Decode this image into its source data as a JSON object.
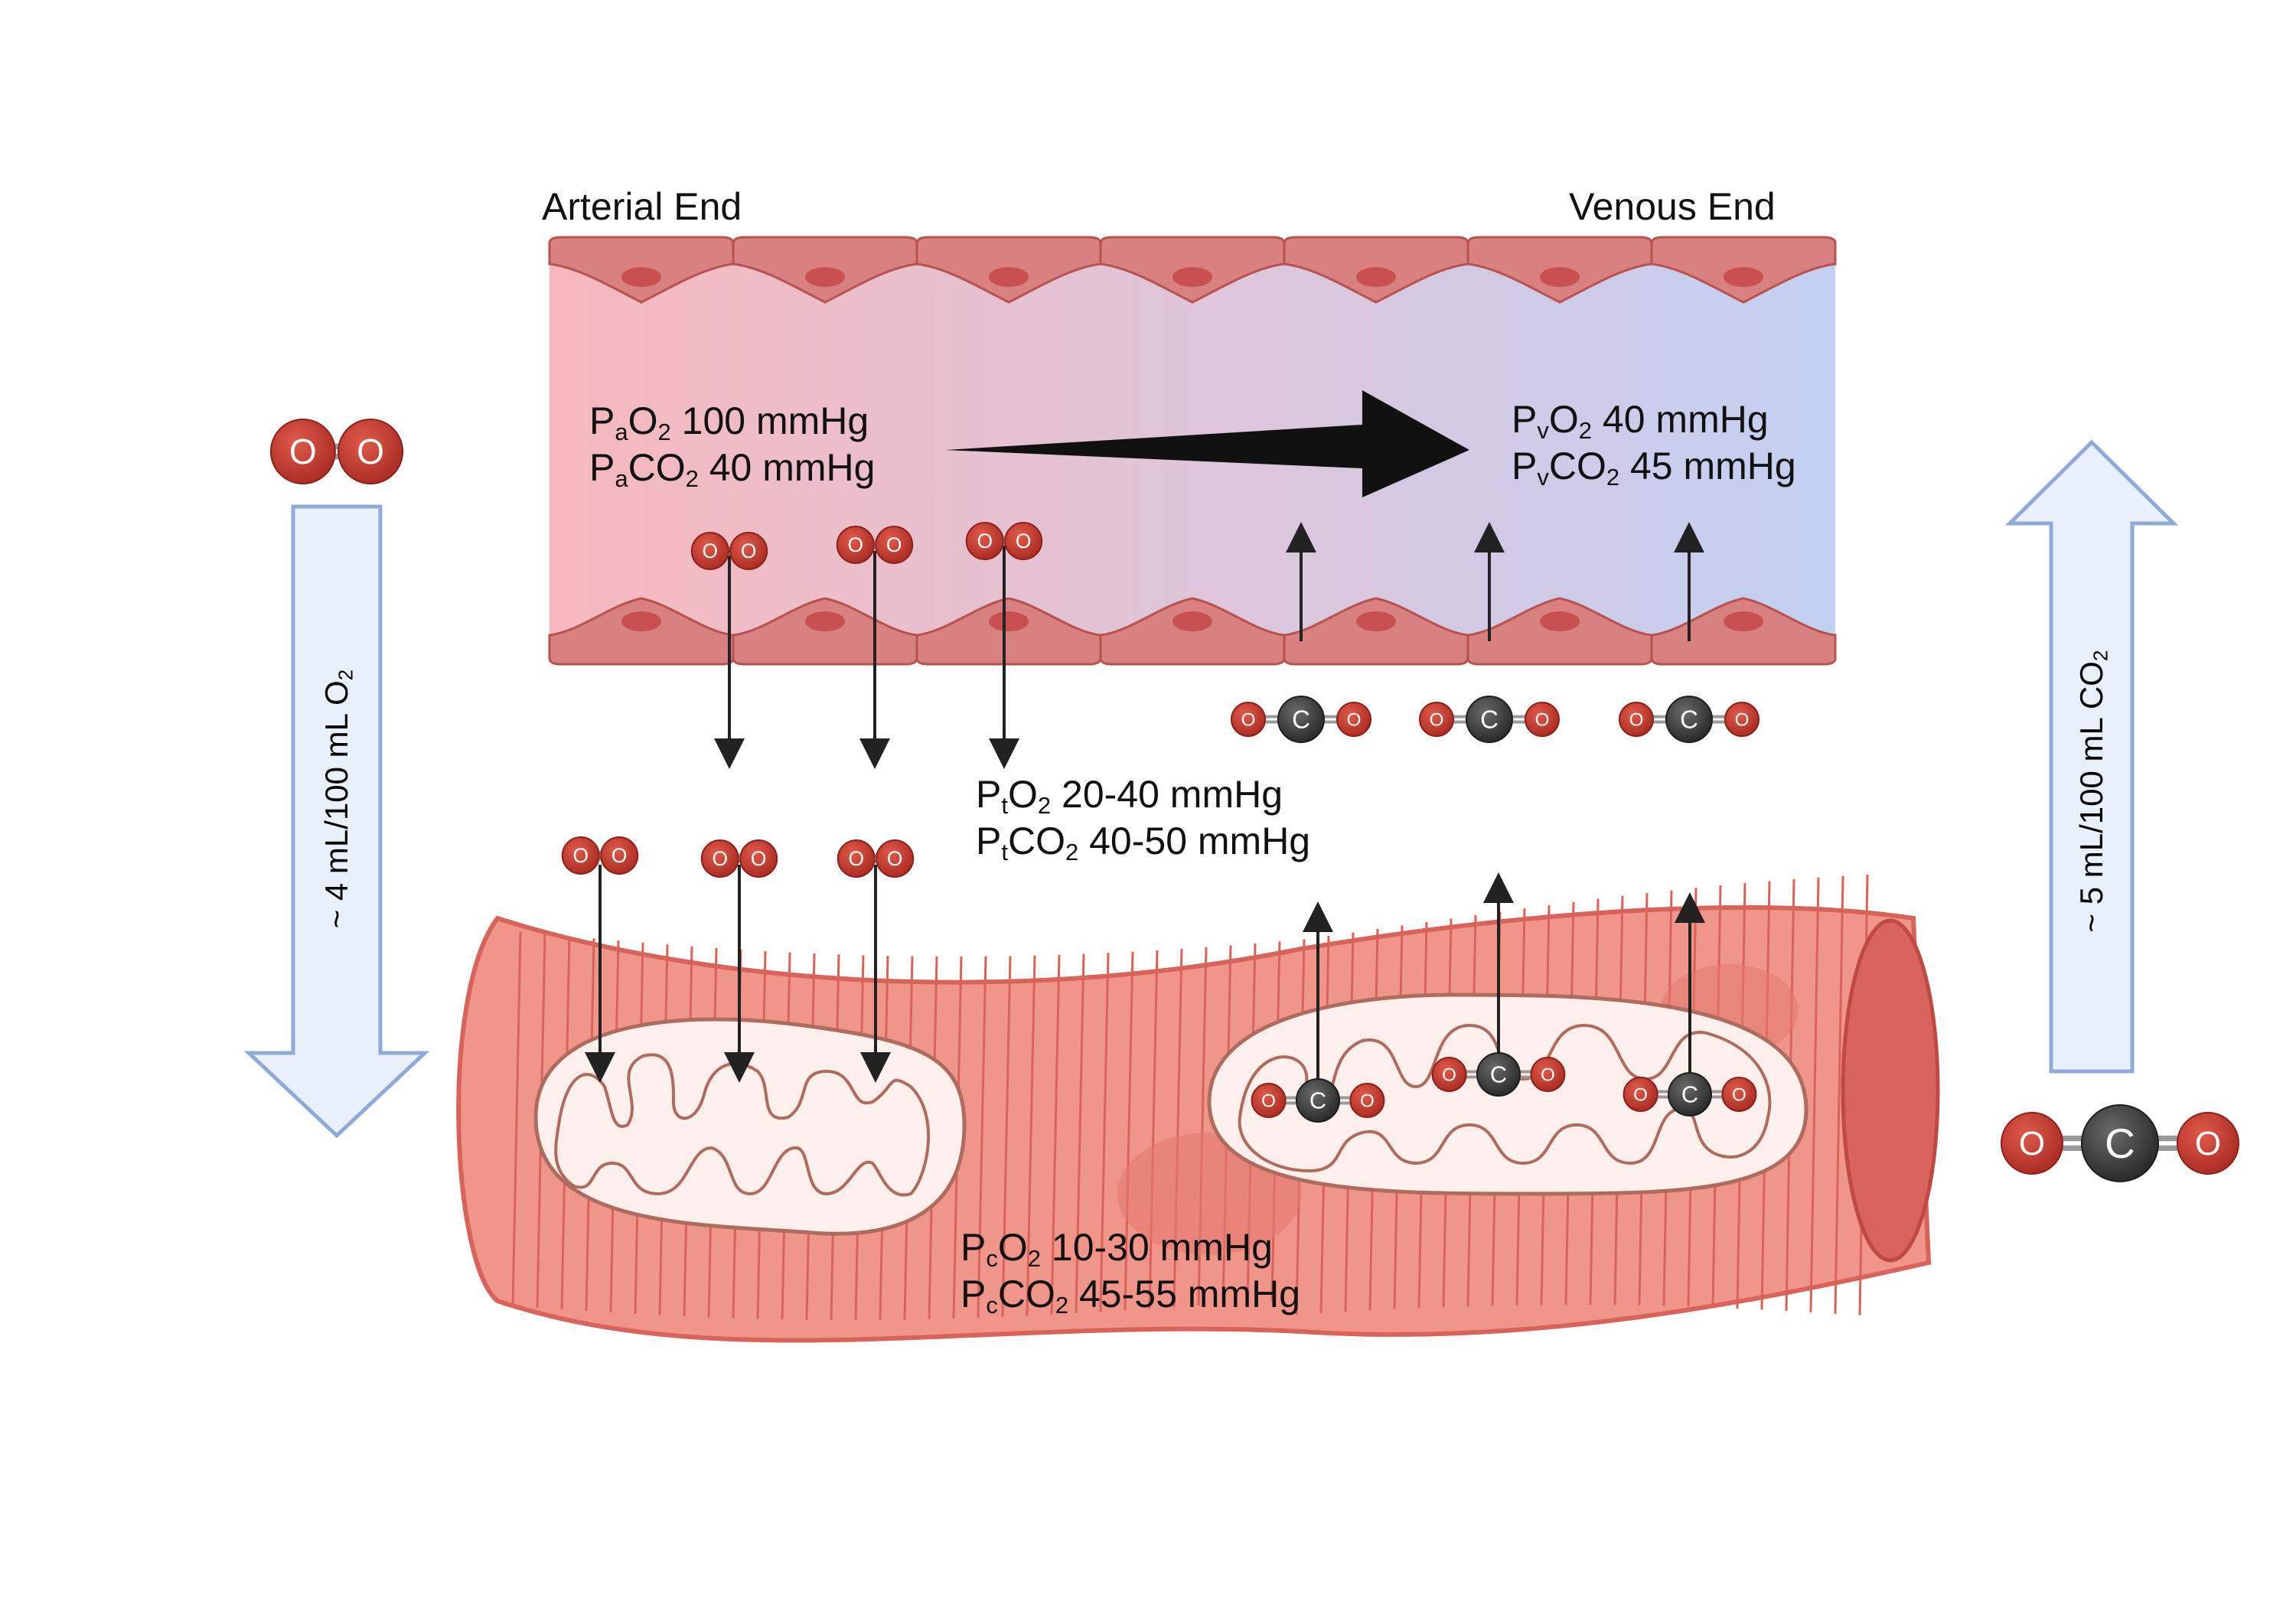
{
  "labels": {
    "arterial_end": "Arterial End",
    "venous_end": "Venous End",
    "pa_o2": {
      "prefix": "P",
      "sub": "a",
      "mid": "O",
      "sub2": "2",
      "value": " 100 mmHg"
    },
    "pa_co2": {
      "prefix": "P",
      "sub": "a",
      "mid": "CO",
      "sub2": "2",
      "value": " 40 mmHg"
    },
    "pv_o2": {
      "prefix": "P",
      "sub": "v",
      "mid": "O",
      "sub2": "2",
      "value": " 40 mmHg"
    },
    "pv_co2": {
      "prefix": "P",
      "sub": "v",
      "mid": "CO",
      "sub2": "2",
      "value": " 45 mmHg"
    },
    "pt_o2": {
      "prefix": "P",
      "sub": "t",
      "mid": "O",
      "sub2": "2",
      "value": " 20-40 mmHg"
    },
    "pt_co2": {
      "prefix": "P",
      "sub": "t",
      "mid": "CO",
      "sub2": "2",
      "value": " 40-50 mmHg"
    },
    "pc_o2": {
      "prefix": "P",
      "sub": "c",
      "mid": "O",
      "sub2": "2",
      "value": " 10-30 mmHg"
    },
    "pc_co2": {
      "prefix": "P",
      "sub": "c",
      "mid": "CO",
      "sub2": "2",
      "value": " 45-55 mmHg"
    },
    "o2_uptake": {
      "text": "~ 4 mL/100 mL O",
      "sub": "2"
    },
    "co2_release": {
      "text": "~ 5 mL/100 mL CO",
      "sub": "2"
    }
  },
  "atoms": {
    "oxygen": "O",
    "carbon": "C"
  },
  "colors": {
    "oxygen_atom": "#c0392b",
    "carbon_atom": "#3a3a3a",
    "vessel_arterial": "#f6b8bc",
    "vessel_venous": "#c2d0f2",
    "endothelium": "#d98080",
    "muscle_fiber": "#ef8d80",
    "mitochondria": "#fdf0ec",
    "wide_arrow_fill": "#e8f0fb",
    "wide_arrow_stroke": "#8faad6"
  }
}
